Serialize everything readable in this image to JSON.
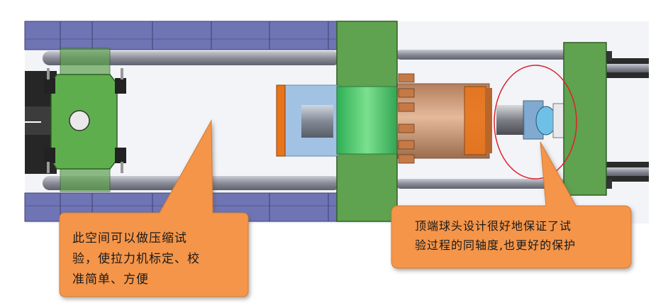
{
  "callouts": {
    "left": {
      "lines": [
        "此空间可以做压缩试",
        "验，使拉力机标定、校",
        "准简单、方便"
      ],
      "fill": "#f5954a"
    },
    "right": {
      "lines": [
        "顶端球头设计很好地保证了试",
        "验过程的同轴度,也更好的保护"
      ],
      "fill": "#f5954a"
    }
  },
  "colors": {
    "frame_blue": "#6f74b4",
    "plate_green": "#5fa24f",
    "bright_green": "#43c36b",
    "rod_gray": "#8d8f9c",
    "cylinder_brown": "#c68a5c",
    "cylinder_blue": "#8fb6e0",
    "orange_ring": "#e8751c",
    "highlight_red": "#e0202a"
  }
}
